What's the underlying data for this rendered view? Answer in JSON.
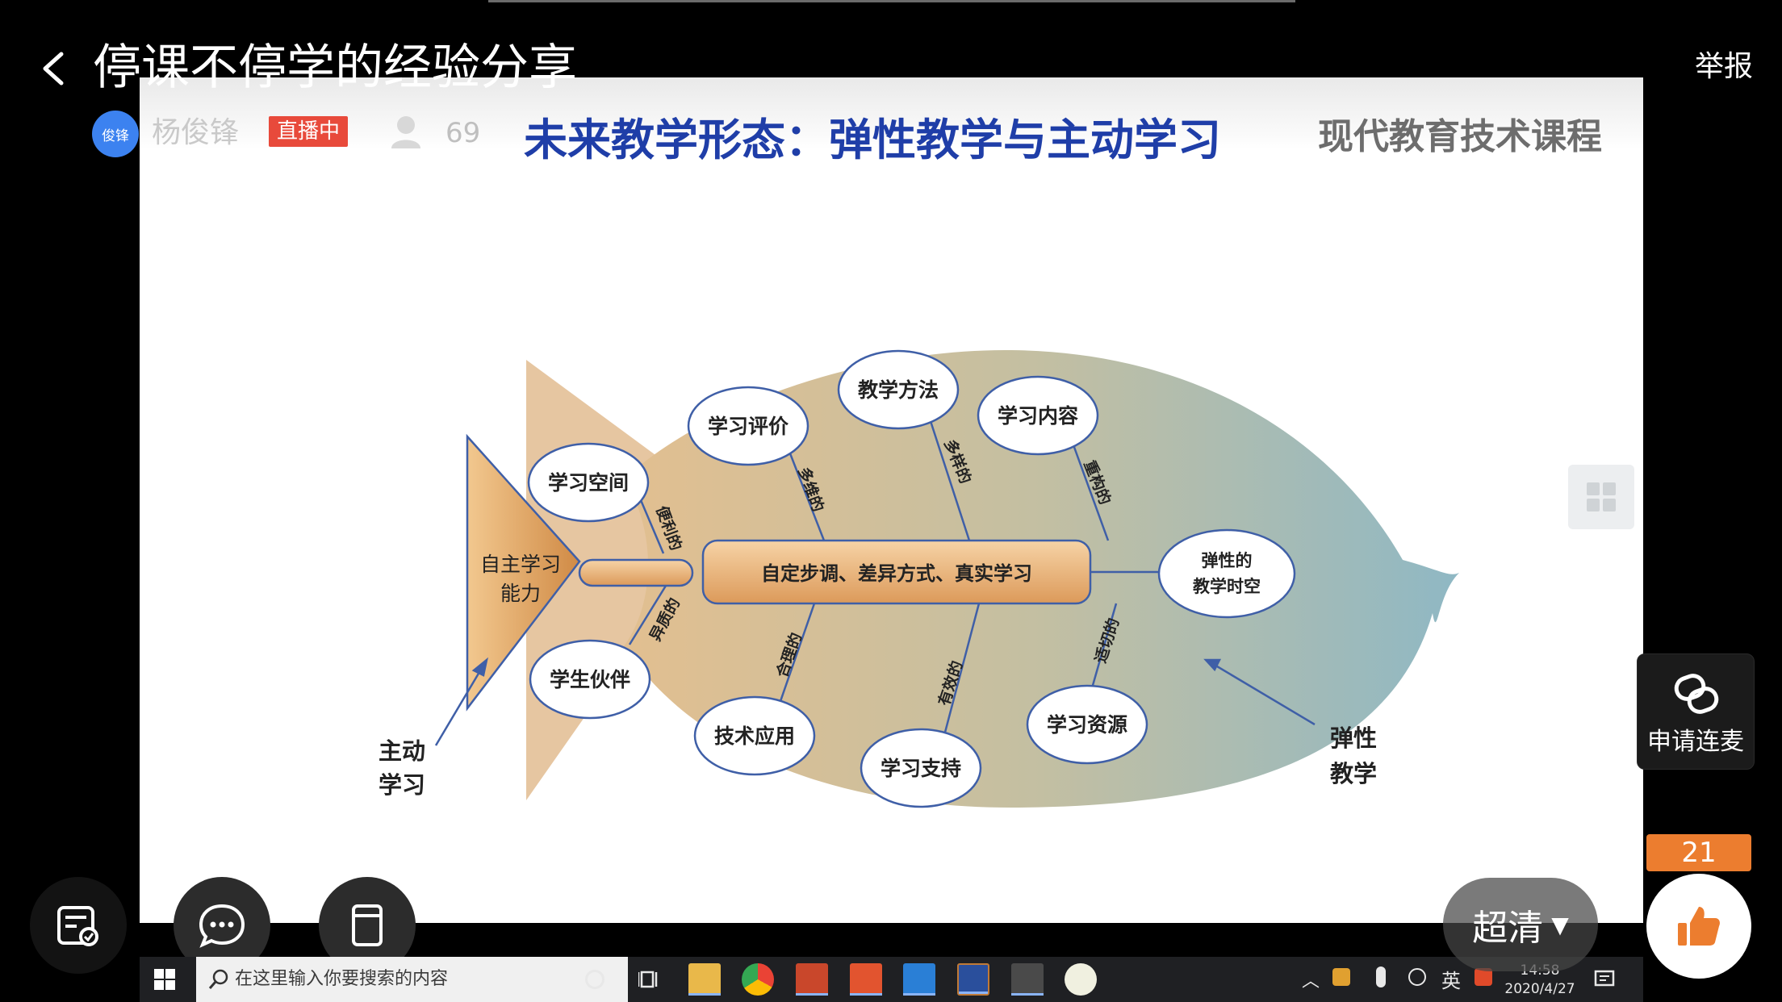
{
  "header": {
    "title": "停课不停学的经验分享",
    "report_label": "举报",
    "host_name": "杨俊锋",
    "avatar_text": "俊锋",
    "live_badge": "直播中",
    "viewer_count": "69"
  },
  "slide": {
    "title": "未来教学形态：弹性教学与主动学习",
    "watermark": "现代教育技术课程",
    "diagram": {
      "head_label_line1": "自主学习",
      "head_label_line2": "能力",
      "spine_label": "自定步调、差异方式、真实学习",
      "tail_line1": "弹性的",
      "tail_line2": "教学时空",
      "top_nodes": [
        "学习空间",
        "学习评价",
        "教学方法",
        "学习内容"
      ],
      "top_edges": [
        "便利的",
        "多维的",
        "多样的",
        "重构的"
      ],
      "bottom_nodes": [
        "学生伙伴",
        "技术应用",
        "学习支持",
        "学习资源"
      ],
      "bottom_edges": [
        "异质的",
        "合理的",
        "有效的",
        "适切的"
      ],
      "left_caption_line1": "主动",
      "left_caption_line2": "学习",
      "right_caption_line1": "弹性",
      "right_caption_line2": "教学"
    }
  },
  "side": {
    "mic_link_label": "申请连麦",
    "like_count": "21",
    "quality_label": "超清"
  },
  "taskbar": {
    "search_placeholder": "在这里输入你要搜索的内容",
    "ime_label": "英",
    "time": "14:58",
    "date": "2020/4/27"
  },
  "colors": {
    "live_badge": "#e84a3b",
    "like_badge": "#ec7d2f",
    "slide_title": "#1f3ea8",
    "avatar": "#3c82f0"
  }
}
